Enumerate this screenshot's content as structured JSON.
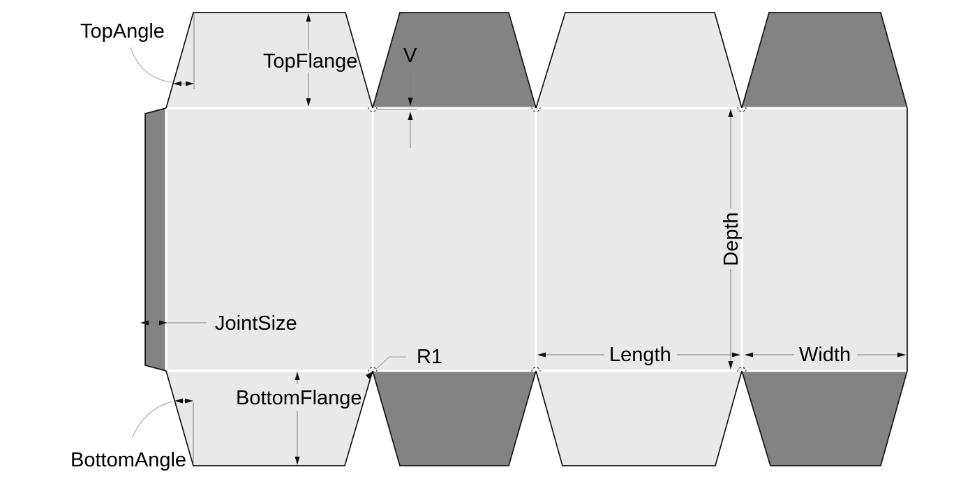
{
  "labels": {
    "top_angle": "TopAngle",
    "top_flange": "TopFlange",
    "v": "V",
    "joint_size": "JointSize",
    "r1": "R1",
    "length": "Length",
    "width": "Width",
    "depth": "Depth",
    "bottom_flange": "BottomFlange",
    "bottom_angle": "BottomAngle"
  },
  "colors": {
    "panel_light": "#e9e9e9",
    "flap_dark": "#838383",
    "cut_line": "#141414",
    "crease_gap": "#ffffff",
    "dimension_line": "#7d7d7d",
    "arrowhead": "#111111",
    "label_text": "#000000",
    "background": "#ffffff"
  }
}
